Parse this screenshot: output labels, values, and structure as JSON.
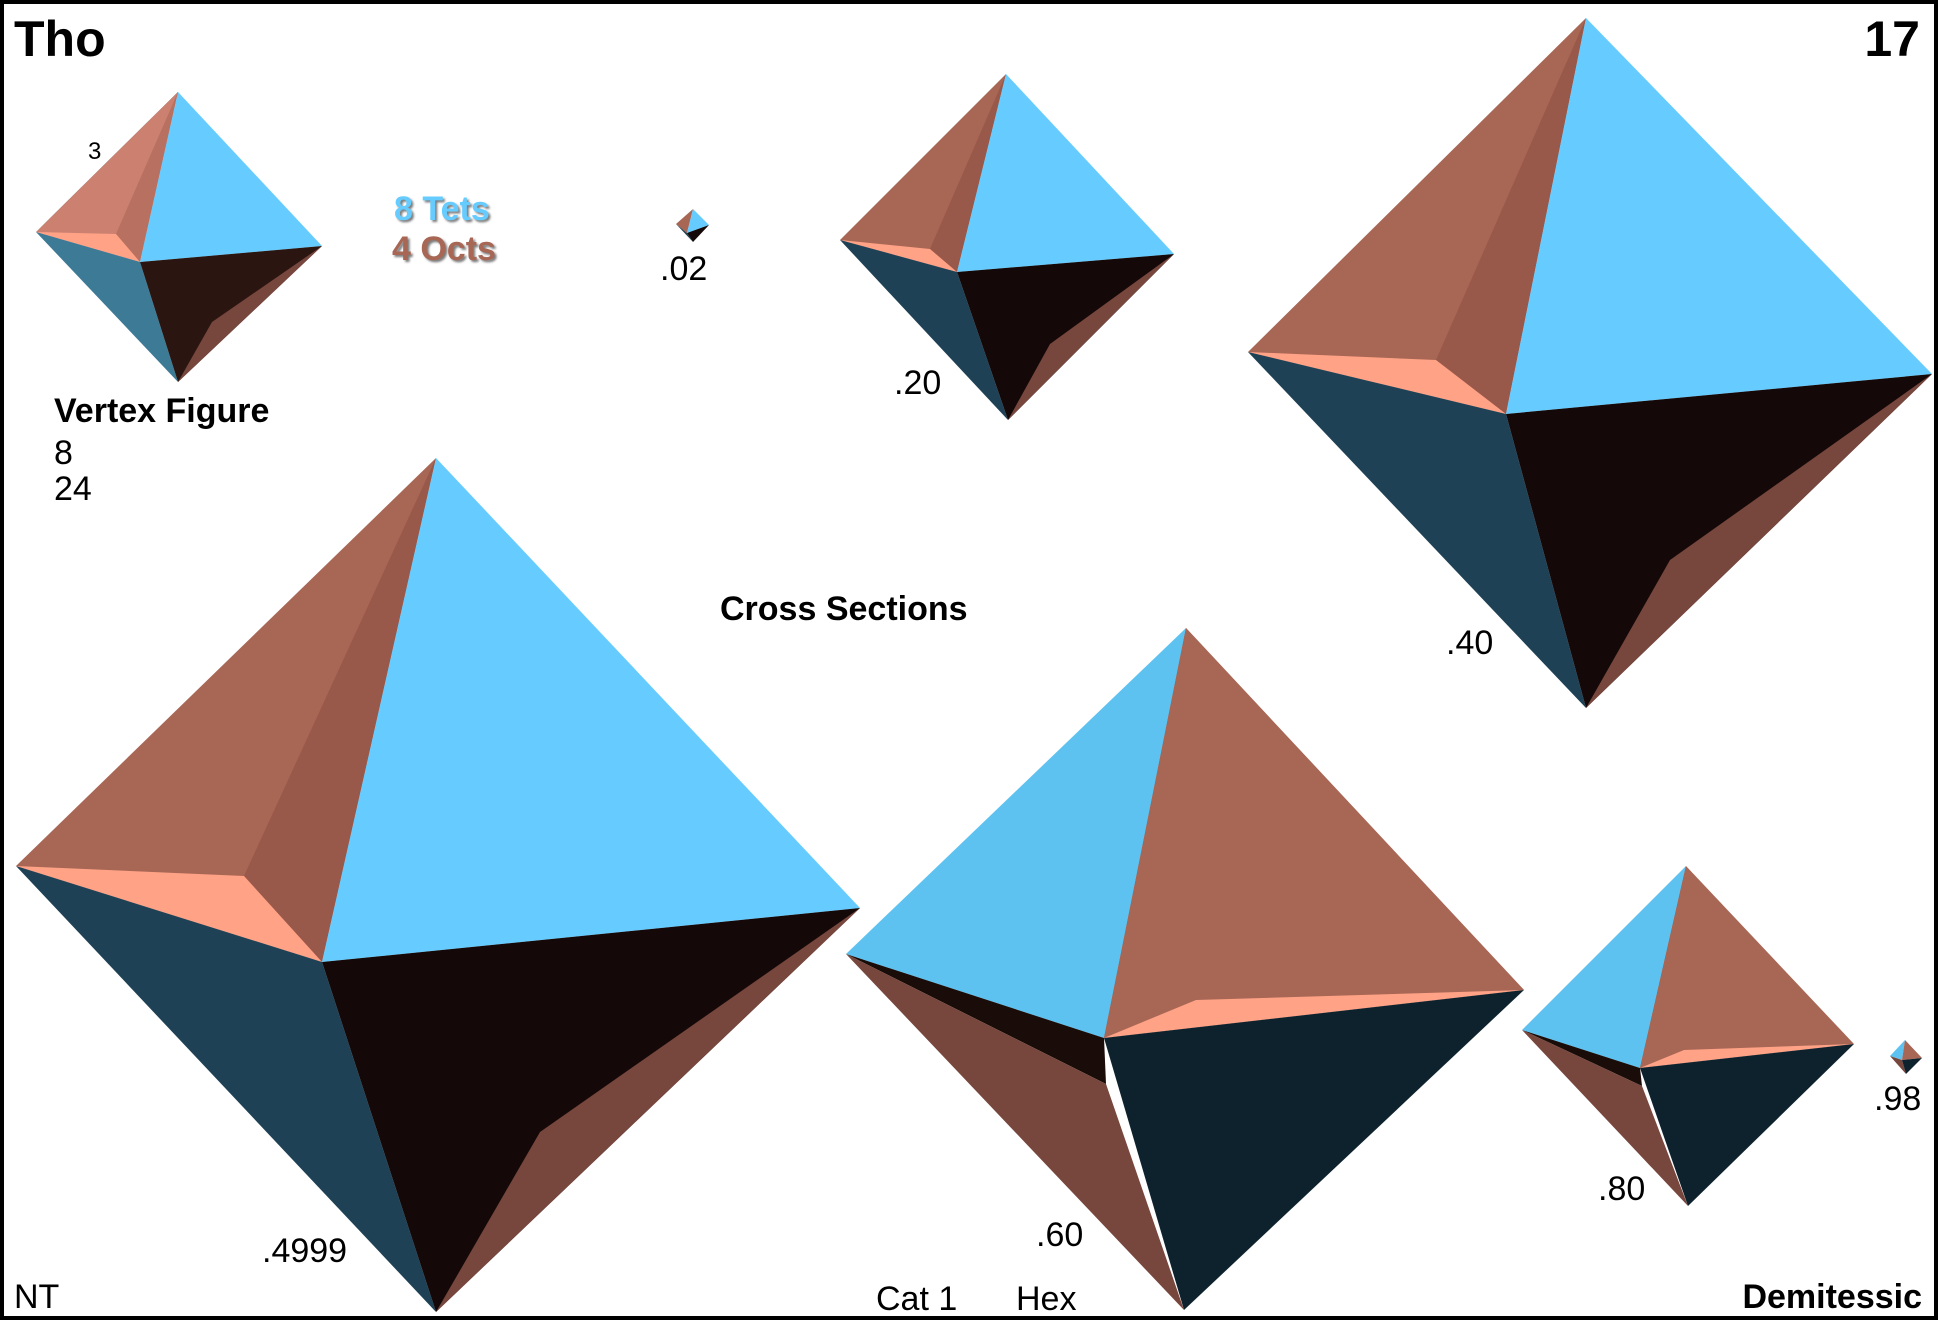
{
  "header": {
    "title": "Tho",
    "number": "17"
  },
  "vertex_figure": {
    "heading": "Vertex Figure",
    "edge_label": "3",
    "values": [
      "8",
      "24"
    ]
  },
  "legend": {
    "tets": {
      "label": "8 Tets",
      "color": "#66ccff"
    },
    "octs": {
      "label": "4 Octs",
      "color": "#a86655"
    }
  },
  "section_title": "Cross Sections",
  "cross_sections": [
    {
      "label": ".02"
    },
    {
      "label": ".20"
    },
    {
      "label": ".40"
    },
    {
      "label": ".4999"
    },
    {
      "label": ".60"
    },
    {
      "label": ".80"
    },
    {
      "label": ".98"
    }
  ],
  "footer": {
    "left": "NT",
    "category": "Cat 1",
    "type": "Hex",
    "right": "Demitessic"
  },
  "colors": {
    "tet_face": "#66ccff",
    "tet_face_light": "#5ec2f0",
    "tet_shadow": "#1e4155",
    "oct_face": "#a86655",
    "oct_face_mid": "#98584a",
    "oct_face_dark": "#77463c",
    "oct_highlight": "#ffa286",
    "dark_face": "#140808",
    "dark_teal": "#0e222e"
  }
}
